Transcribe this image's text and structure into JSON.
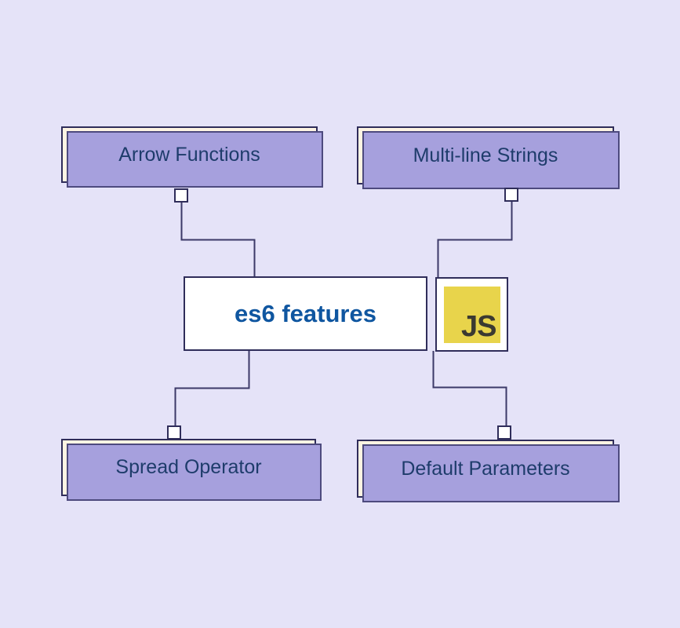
{
  "canvas": {
    "background_color": "#E5E3F8"
  },
  "mindmap": {
    "root": {
      "label": "es6 features",
      "text_color": "#0F56A0",
      "icon": {
        "name": "javascript-logo",
        "label": "JS",
        "bg_color": "#E8D44B",
        "text_color": "#3B3A31"
      }
    },
    "topics": [
      {
        "label": "Arrow Functions",
        "position": "top-left"
      },
      {
        "label": "Multi-line Strings",
        "position": "top-right"
      },
      {
        "label": "Spread Operator",
        "position": "bottom-left"
      },
      {
        "label": "Default Parameters",
        "position": "bottom-right"
      }
    ],
    "style": {
      "topic_fill": "#FDF4E3",
      "topic_border": "#2F2D5A",
      "topic_text_color": "#1E3C6B",
      "shadow_fill": "#A6A0DD",
      "shadow_border": "#4D4A7E",
      "connector_color": "#3C3968",
      "handle_fill": "#FFFFFF"
    }
  }
}
